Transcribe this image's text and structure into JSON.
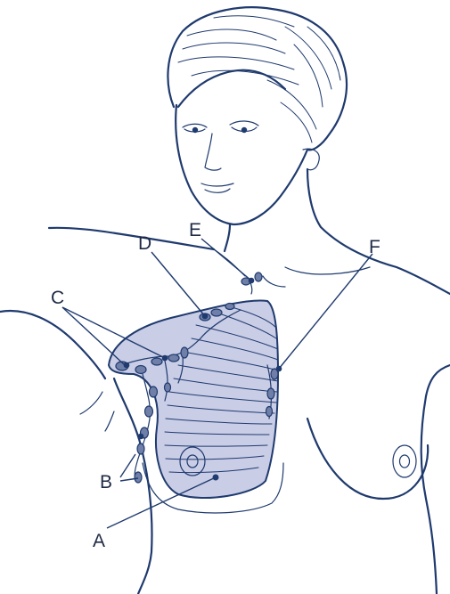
{
  "labels": {
    "a": "A",
    "b": "B",
    "c": "C",
    "d": "D",
    "e": "E",
    "f": "F"
  },
  "colors": {
    "ink": "#1f3a6e",
    "shade": "#c9cde6",
    "node": "#6f7fa8"
  }
}
